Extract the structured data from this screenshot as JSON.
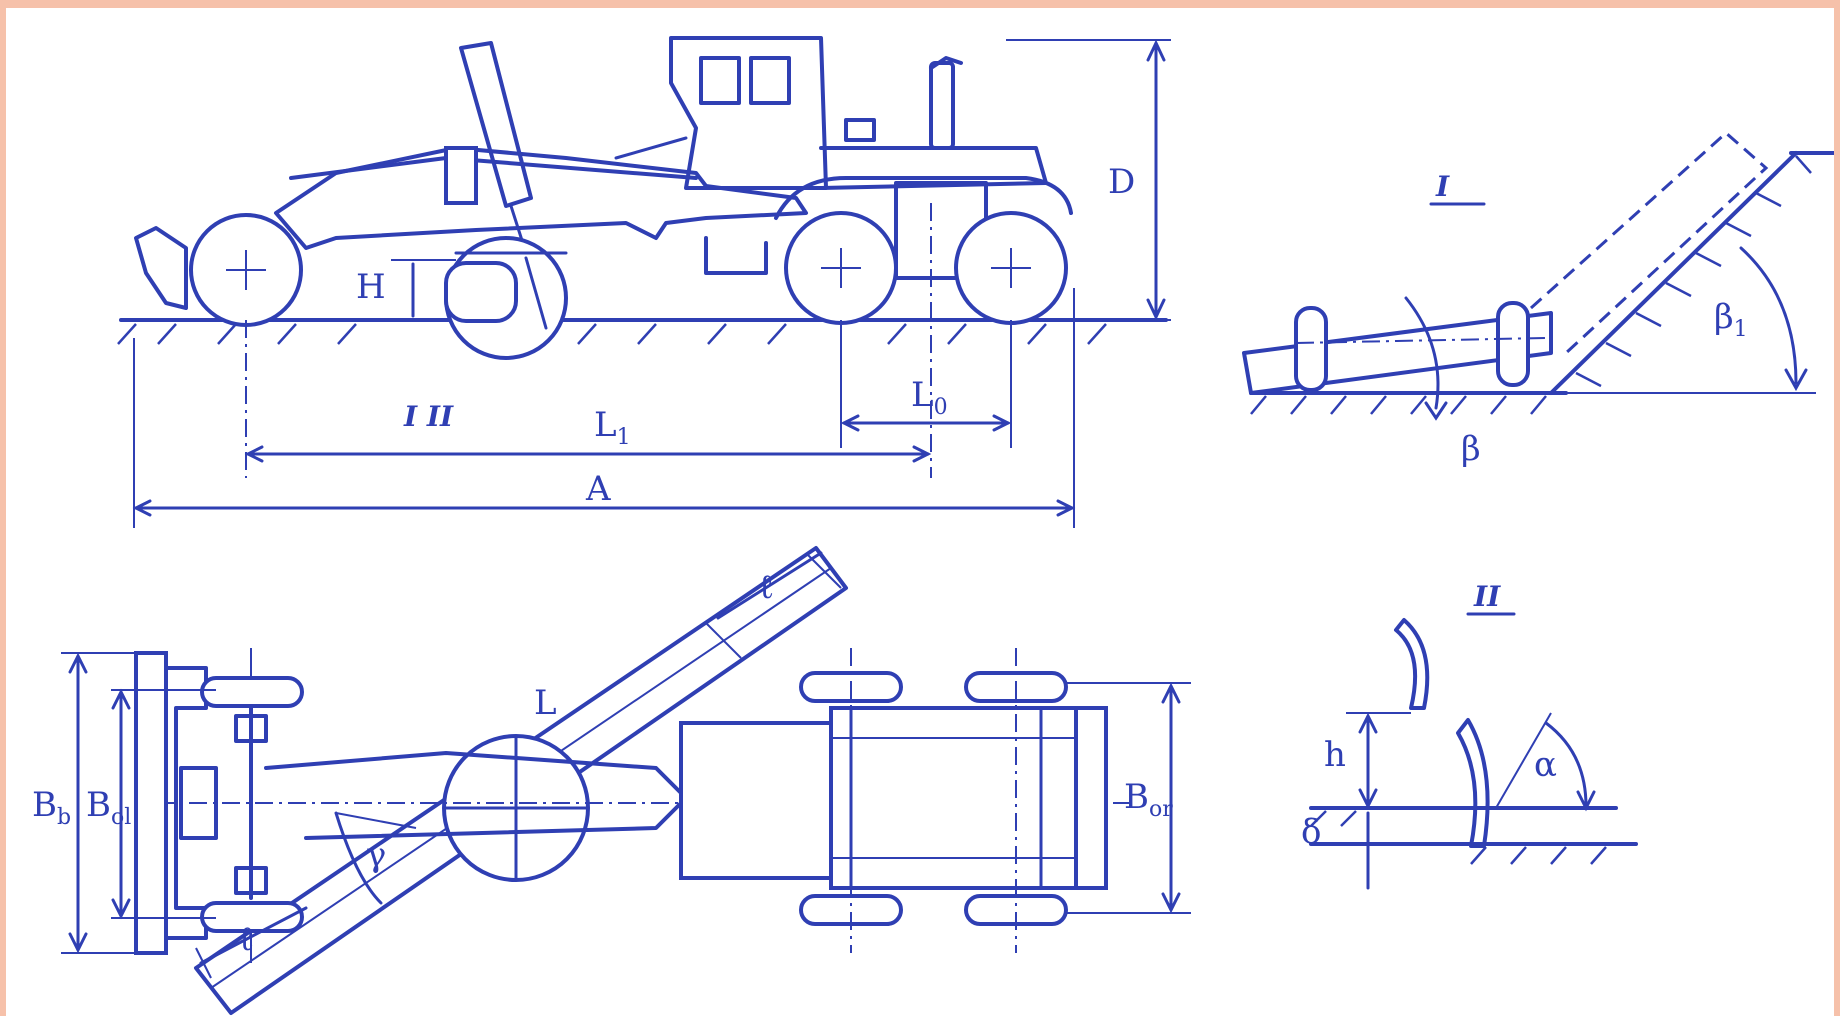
{
  "labels": {
    "D": "D",
    "H": "H",
    "I_II": "I II",
    "L1": "L",
    "L1_sub": "1",
    "L0": "L",
    "L0_sub": "0",
    "A": "A",
    "detail_I": "I",
    "beta": "β",
    "beta1": "β",
    "beta1_sub": "1",
    "ell_top": "ℓ",
    "ell_bottom": "ℓ",
    "L": "L",
    "gamma": "γ",
    "Bb": "B",
    "Bb_sub": "b",
    "Bol": "B",
    "Bol_sub": "ol",
    "Bor": "B",
    "Bor_sub": "or",
    "detail_II": "II",
    "h": "h",
    "alpha": "α",
    "delta": "δ"
  },
  "colors": {
    "ink": "#2f3fb3",
    "border": "#f6c1aa",
    "paper": "#ffffff"
  }
}
